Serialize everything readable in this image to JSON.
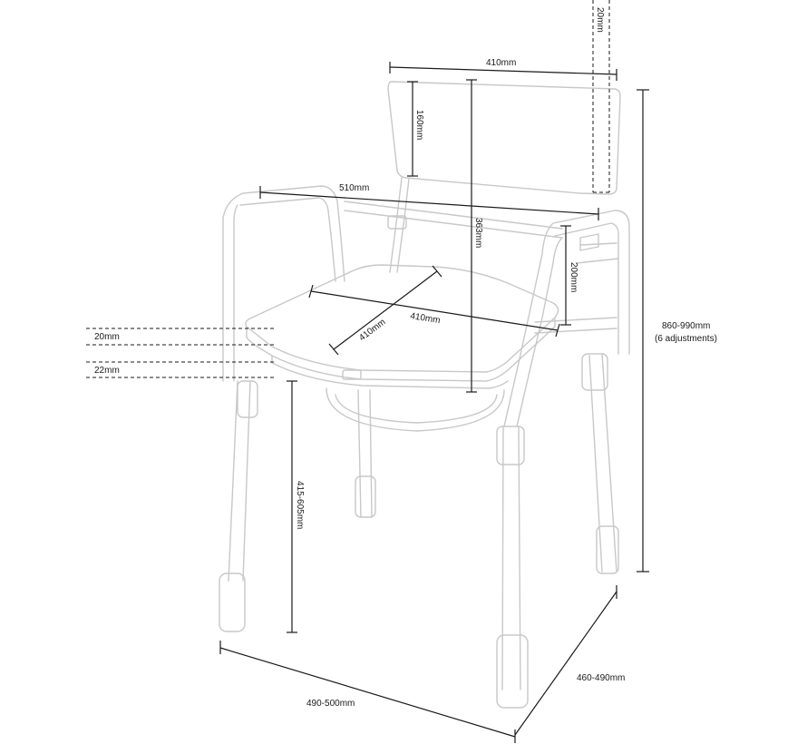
{
  "labels": {
    "backrest_width": "410mm",
    "backrest_height": "160mm",
    "backrest_offset": "20mm",
    "armrest_width": "510mm",
    "back_to_seat": "363mm",
    "arm_height": "200mm",
    "seat_width": "410mm",
    "seat_depth": "410mm",
    "seat_thickness": "20mm",
    "lid_thickness": "22mm",
    "seat_height": "415-605mm",
    "overall_height": "860-990mm",
    "height_adjustments": "(6 adjustments)",
    "overall_width": "490-500mm",
    "overall_depth": "460-490mm"
  }
}
